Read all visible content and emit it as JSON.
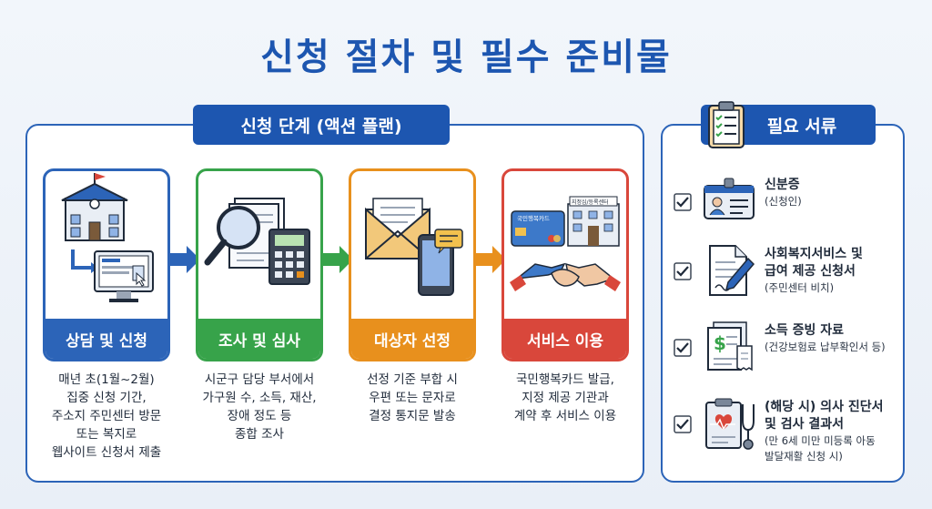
{
  "title": "신청 절차 및 필수 준비물",
  "steps_panel": {
    "tab": "신청 단계 (액션 플랜)",
    "steps": [
      {
        "label": "상담 및 신청",
        "desc": [
          "매년 초(1월~2월)",
          "집중 신청 기간,",
          "주소지 주민센터 방문",
          "또는 복지로",
          "웹사이트 신청서 제출"
        ]
      },
      {
        "label": "조사 및 심사",
        "desc": [
          "시군구 담당 부서에서",
          "가구원 수, 소득, 재산,",
          "장애 정도 등",
          "종합 조사"
        ]
      },
      {
        "label": "대상자 선정",
        "desc": [
          "선정 기준 부합 시",
          "우편 또는 문자로",
          "결정 통지문 발송"
        ]
      },
      {
        "label": "서비스 이용",
        "desc": [
          "국민행복카드 발급,",
          "지정 제공 기관과",
          "계약 후 서비스 이용"
        ]
      }
    ],
    "art_text": {
      "card": "국민행복카드",
      "center": "지정심/등록센터"
    }
  },
  "docs_panel": {
    "tab": "필요 서류",
    "items": [
      {
        "title": [
          "신분증"
        ],
        "sub": [
          "(신청인)"
        ],
        "icon": "id-card-icon"
      },
      {
        "title": [
          "사회복지서비스 및",
          "급여 제공 신청서"
        ],
        "sub": [
          "(주민센터 비치)"
        ],
        "icon": "form-pen-icon"
      },
      {
        "title": [
          "소득 증빙 자료"
        ],
        "sub": [
          "(건강보험료 납부확인서 등)"
        ],
        "icon": "income-document-icon"
      },
      {
        "title": [
          "(해당 시) 의사 진단서",
          "및 검사 결과서"
        ],
        "sub": [
          "(만 6세 미만 미등록 아동",
          "발달재활 신청 시)"
        ],
        "icon": "medical-clipboard-icon"
      }
    ]
  },
  "colors": {
    "blue": "#2c64b8",
    "green": "#37a34a",
    "orange": "#e8901d",
    "red": "#d9473b"
  }
}
